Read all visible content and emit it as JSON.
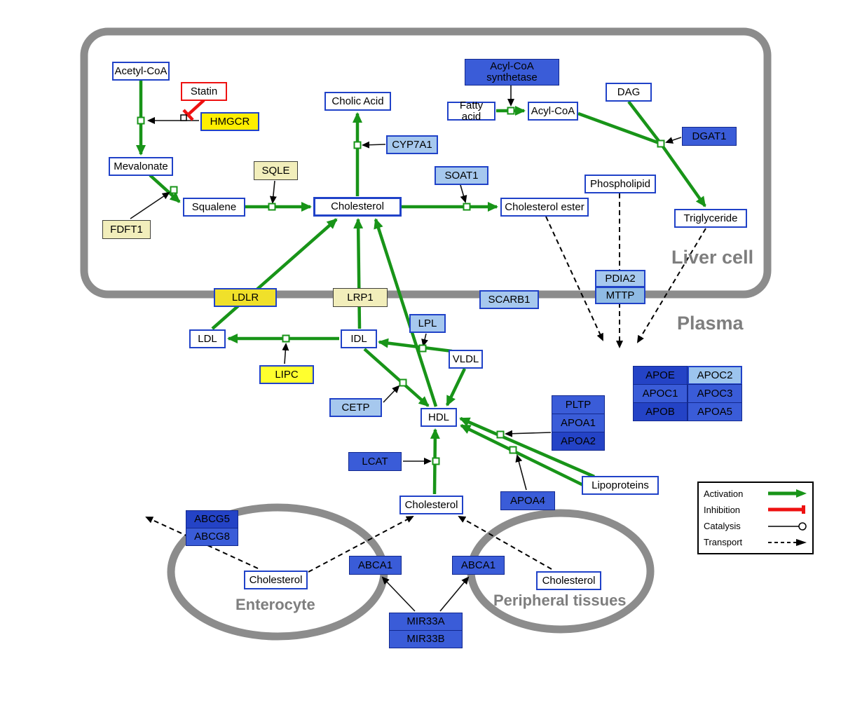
{
  "regions": {
    "liver": "Liver cell",
    "plasma": "Plasma",
    "enterocyte": "Enterocyte",
    "peripheral": "Peripheral tissues"
  },
  "nodes": {
    "acetyl_coa": "Acetyl-CoA",
    "statin": "Statin",
    "hmgcr": "HMGCR",
    "mevalonate": "Mevalonate",
    "sqle": "SQLE",
    "fdft1": "FDFT1",
    "squalene": "Squalene",
    "cholesterol": "Cholesterol",
    "cholic_acid": "Cholic Acid",
    "cyp7a1": "CYP7A1",
    "soat1": "SOAT1",
    "cholesterol_ester": "Cholesterol ester",
    "acyl_coa_synthetase": "Acyl-CoA synthetase",
    "fatty_acid": "Fatty acid",
    "acyl_coa": "Acyl-CoA",
    "dag": "DAG",
    "dgat1": "DGAT1",
    "phospholipid": "Phospholipid",
    "triglyceride": "Triglyceride",
    "ldlr": "LDLR",
    "lrp1": "LRP1",
    "scarb1": "SCARB1",
    "pdia2": "PDIA2",
    "mttp": "MTTP",
    "ldl": "LDL",
    "idl": "IDL",
    "lpl": "LPL",
    "vldl": "VLDL",
    "lipc": "LIPC",
    "cetp": "CETP",
    "hdl": "HDL",
    "lcat": "LCAT",
    "pltp": "PLTP",
    "apoa1": "APOA1",
    "apoa2": "APOA2",
    "apoa4": "APOA4",
    "lipoproteins": "Lipoproteins",
    "apoe": "APOE",
    "apoc2": "APOC2",
    "apoc1": "APOC1",
    "apoc3": "APOC3",
    "apob": "APOB",
    "apoa5": "APOA5",
    "cholesterol_plasma": "Cholesterol",
    "abcg5": "ABCG5",
    "abcg8": "ABCG8",
    "cholesterol_enterocyte": "Cholesterol",
    "abca1_left": "ABCA1",
    "abca1_right": "ABCA1",
    "cholesterol_peripheral": "Cholesterol",
    "mir33a": "MIR33A",
    "mir33b": "MIR33B"
  },
  "legend": {
    "activation": "Activation",
    "inhibition": "Inhibition",
    "catalysis": "Catalysis",
    "transport": "Transport"
  },
  "colors": {
    "activation_green": "#189418",
    "inhibition_red": "#ee1111",
    "membrane_gray": "#8c8c8c",
    "metabolite_border_blue": "#2042c8"
  }
}
